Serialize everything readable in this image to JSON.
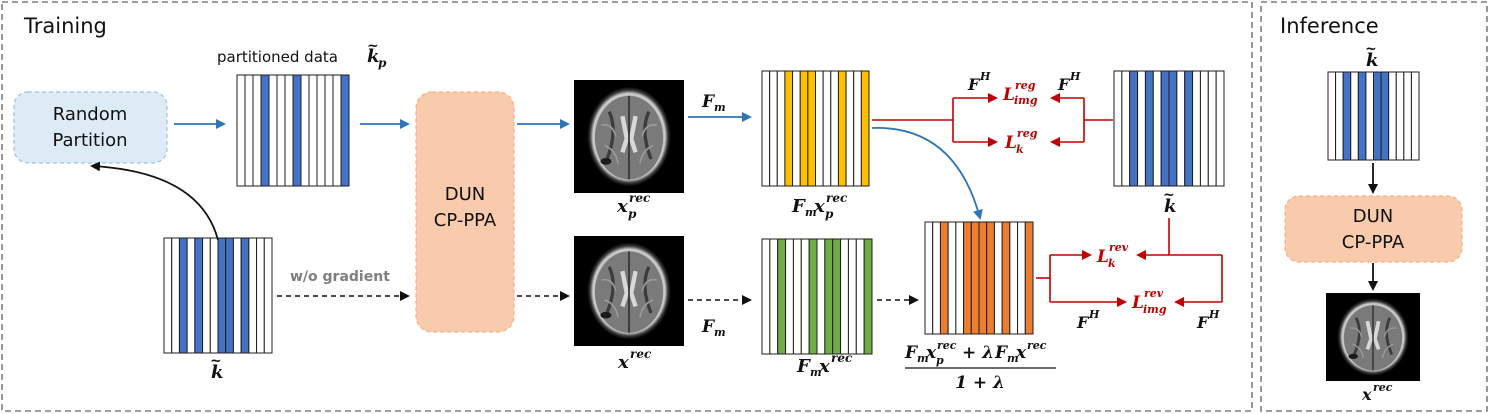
{
  "panels": {
    "training_title": "Training",
    "inference_title": "Inference"
  },
  "boxes": {
    "random_partition": [
      "Random",
      "Partition"
    ],
    "dun": [
      "DUN",
      "CP-PPA"
    ],
    "dun_inference": [
      "DUN",
      "CP-PPA"
    ]
  },
  "labels": {
    "partitioned_data": "partitioned  data",
    "wo_gradient": "w/o gradient"
  },
  "math": {
    "k_tilde": "k",
    "k_p": "k",
    "k_p_sub": "p",
    "x_p_rec": "x",
    "rec": "rec",
    "p": "p",
    "F_m": "F",
    "m": "m",
    "F_H": "F",
    "H": "H",
    "L": "L",
    "img": "img",
    "k": "k",
    "reg": "reg",
    "rev": "rev",
    "fraction_num": "F",
    "fraction_num_text_1": "+ λ",
    "fraction_den": "1 + λ"
  },
  "colors": {
    "blue_stripe": "#4472c4",
    "yellow_stripe": "#ffc000",
    "green_stripe": "#70ad47",
    "orange_stripe": "#ed7d31",
    "box_blue_fill": "#ddebf7",
    "box_blue_stroke": "#9dc3e6",
    "box_orange_fill": "#f8cbad",
    "box_orange_stroke": "#f4b183",
    "arrow_blue": "#2e75b6",
    "arrow_red": "#c00000"
  },
  "icons": [
    "brain-mri-image"
  ]
}
